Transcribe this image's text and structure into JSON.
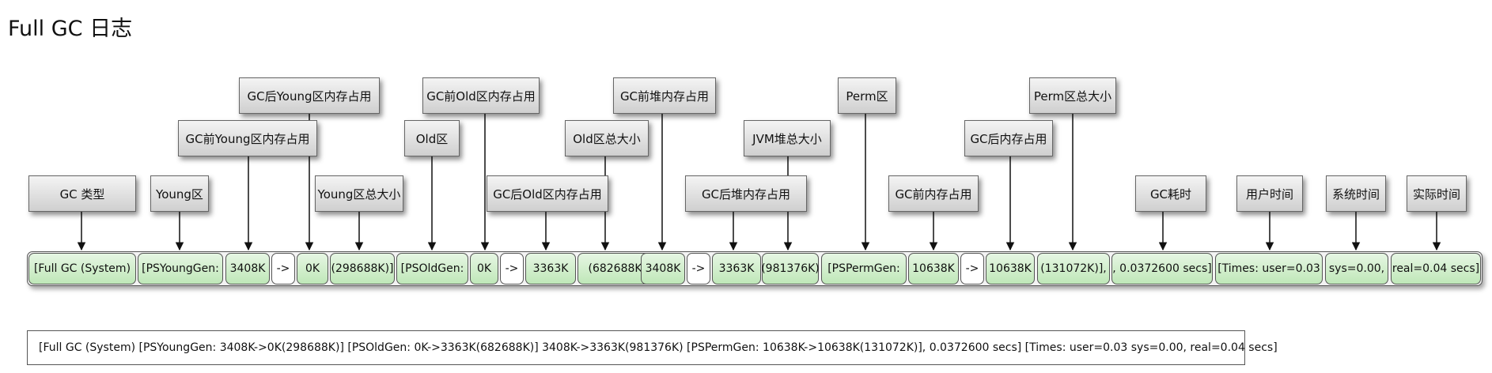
{
  "title": "Full GC 日志",
  "labels": [
    "GC后Young区内存占用",
    "GC前Old区内存占用",
    "GC前堆内存占用",
    "Perm区",
    "Perm区总大小",
    "GC前Young区内存占用",
    "Old区",
    "Old区总大小",
    "JVM堆总大小",
    "GC后内存占用",
    "GC 类型",
    "Young区",
    "Young区总大小",
    "GC后Old区内存占用",
    "GC后堆内存占用",
    "GC前内存占用",
    "GC耗时",
    "用户时间",
    "系统时间",
    "实际时间"
  ],
  "segments": [
    "[Full GC (System)",
    "[PSYoungGen:",
    "3408K",
    "->",
    "0K",
    "(298688K)]",
    "[PSOldGen:",
    "0K",
    "->",
    "3363K",
    "(682688K)]",
    "3408K",
    "->",
    "3363K",
    "(981376K)",
    "[PSPermGen:",
    "10638K",
    "->",
    "10638K",
    "(131072K)],",
    ", 0.0372600 secs]",
    "[Times: user=0.03",
    "sys=0.00,",
    "real=0.04 secs]"
  ],
  "full_line": "[Full GC (System) [PSYoungGen: 3408K->0K(298688K)] [PSOldGen: 0K->3363K(682688K)] 3408K->3363K(981376K) [PSPermGen: 10638K->10638K(131072K)], 0.0372600 secs] [Times: user=0.03 sys=0.00, real=0.04 secs]",
  "colors": {
    "segment_fill": "#c6ebc0",
    "arrow_segment_fill": "#ffffff",
    "label_fill": "#dcdcdc",
    "border": "#555555"
  }
}
